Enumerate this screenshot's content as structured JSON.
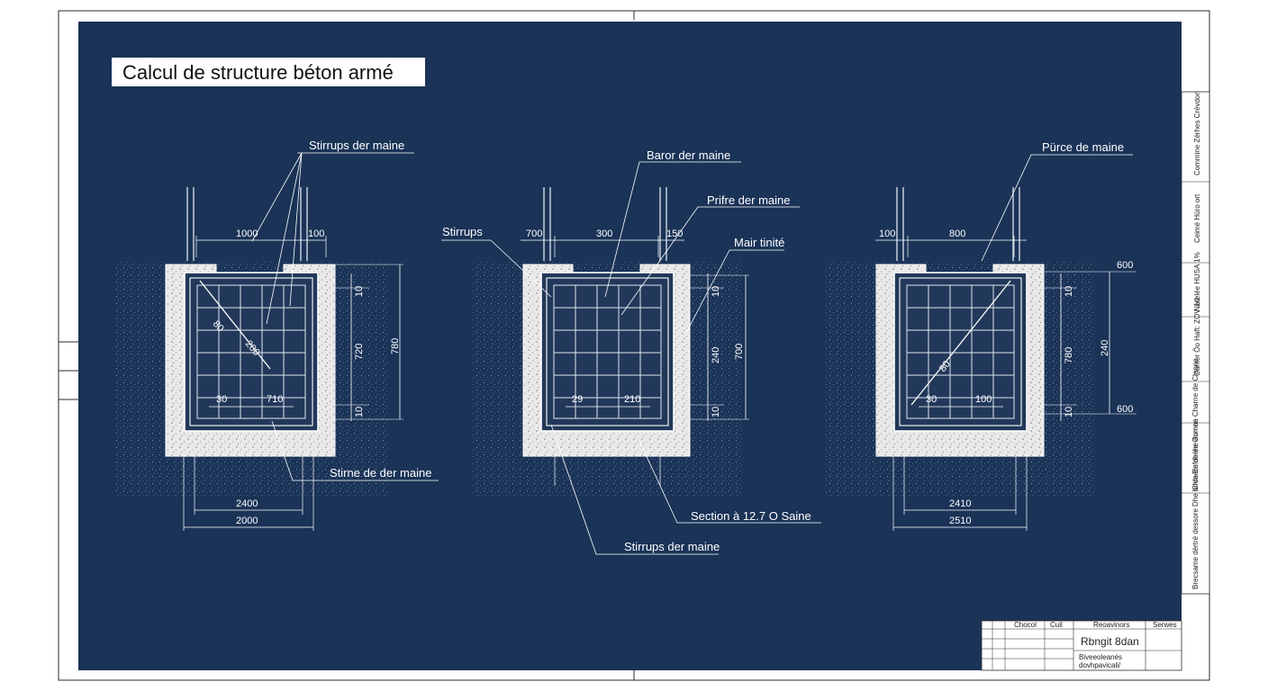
{
  "title": "Calcul de structure béton armé",
  "colors": {
    "background": "#1a3357",
    "concrete": "#e6e6e6",
    "rebar": "#d8dee6",
    "ink": "#ffffff"
  },
  "sections": [
    {
      "labels": [
        "Stirrups der maine",
        "Stirne de der maine"
      ],
      "dims": {
        "top_left": "1000",
        "top_right": "100",
        "right_a": "10",
        "right_b": "720",
        "right_c": "10",
        "right_total": "780",
        "inner_left": "30",
        "inner_right": "710",
        "bottom_a": "2400",
        "bottom_b": "2000",
        "diag_a": "80",
        "diag_b": "200"
      }
    },
    {
      "labels": [
        "Baror der maine",
        "Stirrups",
        "Prifre der maine",
        "Mair tinité",
        "Section à 12.7 O Saine",
        "Stirrups der maine"
      ],
      "dims": {
        "top_left": "700",
        "top_mid": "300",
        "top_right": "150",
        "right_a": "10",
        "right_b": "240",
        "right_c": "10",
        "right_total": "700",
        "inner_left": "29",
        "inner_right": "210"
      }
    },
    {
      "labels": [
        "Pürce de maine"
      ],
      "dims": {
        "top_left": "100",
        "top_mid": "800",
        "right_a": "10",
        "right_b": "780",
        "right_c": "10",
        "right_total": "240",
        "right_top": "600",
        "right_bottom": "600",
        "inner_left": "30",
        "inner_right": "100",
        "bottom_a": "2410",
        "bottom_b": "2510",
        "diag_a": "80"
      }
    }
  ],
  "title_block": {
    "side_cells": [
      "Commine Zérhes Crèvdon",
      "Ceimé Hüro ort",
      "Nèrelée HUSA 1%",
      "Canter Ôo Haft: ZOV 1/ž",
      "Chmère dhène domne Charne de Clanne",
      "Brecsame dèrtré dessore Dhe brida Enfoe ée Gumen"
    ],
    "head_cells": [
      "Chocol",
      "Cuil",
      "Reoavinors",
      "Serwes"
    ],
    "name": "Rbngit 8dan",
    "sub": [
      "Biveeoleanés",
      "dovhpavicali/"
    ]
  }
}
